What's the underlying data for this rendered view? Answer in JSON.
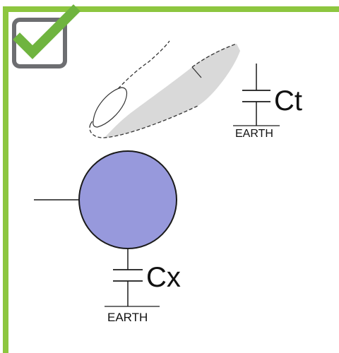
{
  "colors": {
    "frame_border": "#8dc63f",
    "checkbox_border": "#6d6e71",
    "checkmark": "#6fb43f",
    "electrode_fill": "#9799dc",
    "finger_shade": "#d6d6d6",
    "line": "#1a1a1a"
  },
  "icons": {
    "checkbox": "checked-checkbox-icon",
    "finger": "finger-touch-icon"
  },
  "labels": {
    "touch_capacitor": "Ct",
    "touch_ground": "EARTH",
    "sensor_capacitor": "Cx",
    "sensor_ground": "EARTH"
  }
}
